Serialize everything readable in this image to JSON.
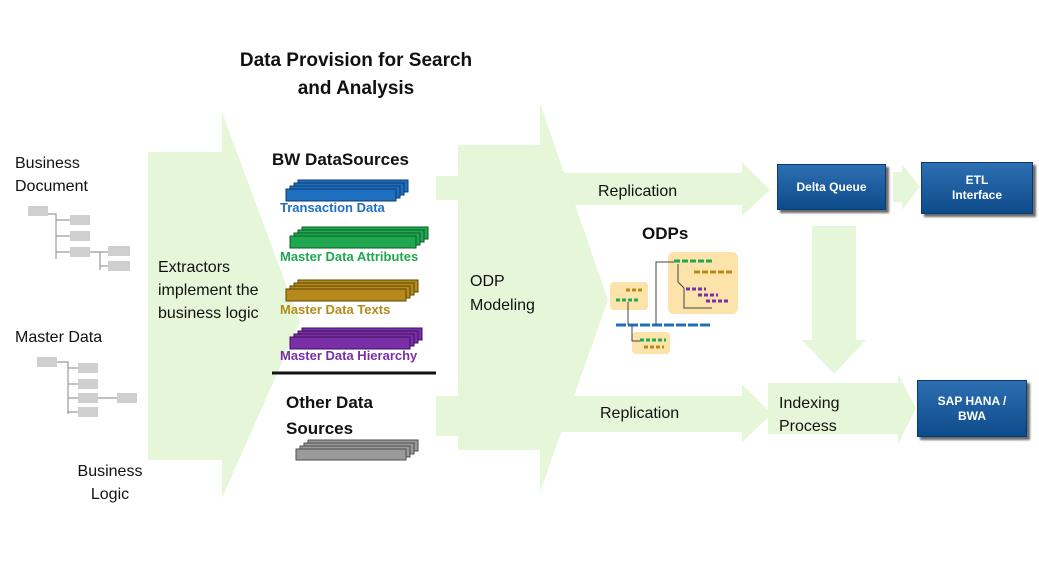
{
  "title": "Data Provision for Search and Analysis",
  "left": {
    "business_document": "Business Document",
    "master_data": "Master Data",
    "business_logic": "Business Logic"
  },
  "extractors_label": "Extractors implement the business logic",
  "bw_datasources": {
    "heading": "BW DataSources",
    "items": [
      {
        "label": "Transaction Data",
        "color": "#1f6fc0"
      },
      {
        "label": "Master Data Attributes",
        "color": "#1fa84f"
      },
      {
        "label": "Master Data Texts",
        "color": "#b58a1b"
      },
      {
        "label": "Master Data Hierarchy",
        "color": "#7a2fa8"
      }
    ]
  },
  "other_sources": {
    "heading": "Other Data Sources",
    "color": "#9a9a9a"
  },
  "odp_modeling": "ODP Modeling",
  "odps_heading": "ODPs",
  "replication_top": "Replication",
  "replication_bottom": "Replication",
  "indexing_process": "Indexing Process",
  "boxes": {
    "delta_queue": "Delta Queue",
    "etl_interface": "ETL\nInterface",
    "sap_hana": "SAP HANA /\nBWA"
  },
  "colors": {
    "arrow_fill": "#e6f7d9",
    "box_blue": "#1a5c9e"
  }
}
